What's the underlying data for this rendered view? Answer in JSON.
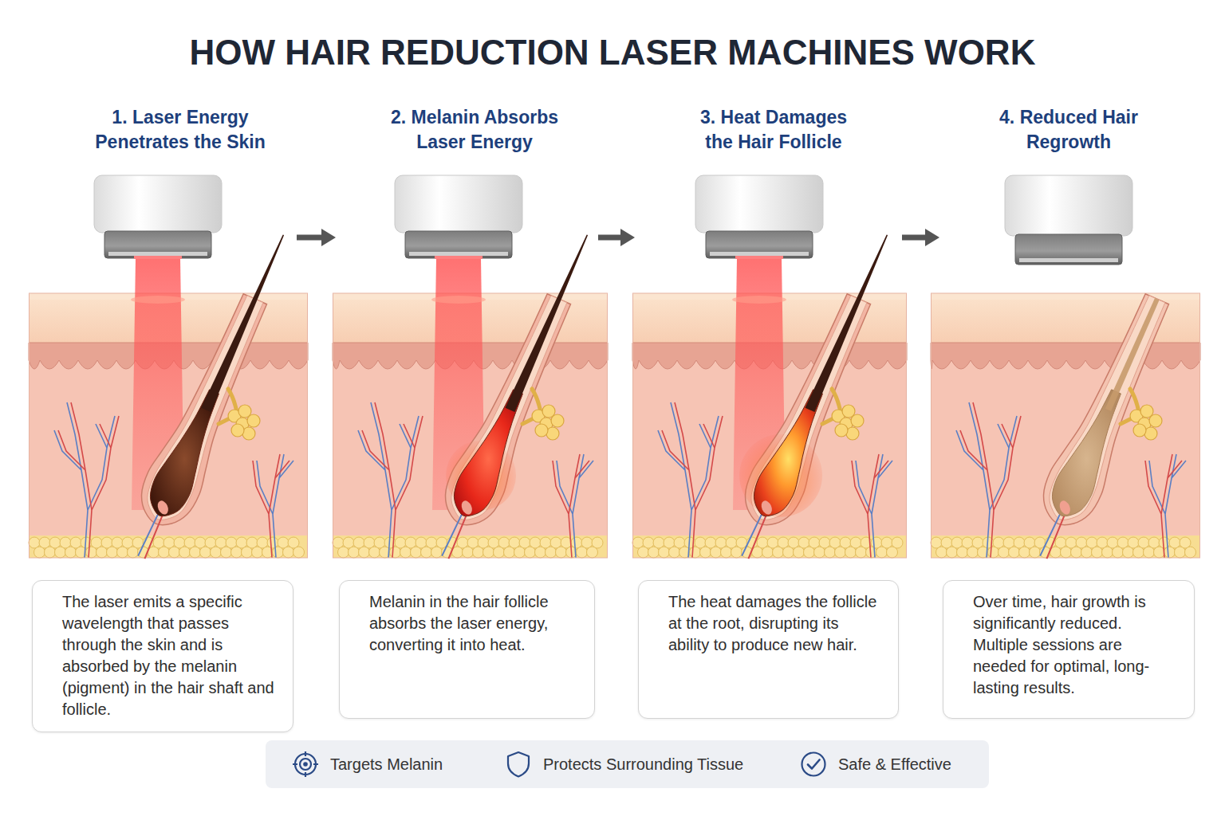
{
  "diagram": {
    "title": "HOW HAIR REDUCTION LASER MACHINES WORK",
    "nodes": [
      {
        "text": [
          "1. Laser Energy Penetrates the Skin",
          "The laser emits a specific wavelength that passes through the skin and is absorbed by the melanin (pigment) in the hair shaft and follicle."
        ]
      },
      {
        "text": [
          "2. Melanin Absorbs Laser Energy",
          "Melanin in the hair follicle absorbs the laser energy, converting it into heat."
        ]
      },
      {
        "text": [
          "3. Heat Damages the Hair Follicle",
          "The heat damages the follicle at the root, disrupting its ability to produce new hair."
        ]
      },
      {
        "text": [
          "4. Reduced Hair Regrowth",
          "Over time, hair growth is significantly reduced. Multiple sessions are needed for optimal, long-lasting results."
        ]
      },
      {
        "text": [
          "Targets Melanin",
          "Protects Surrounding Tissue",
          "Safe & Effective"
        ]
      }
    ],
    "edges": [
      {
        "from": 0,
        "to": 1,
        "arrow": "to"
      },
      {
        "from": 1,
        "to": 2,
        "arrow": "to"
      },
      {
        "from": 2,
        "to": 3,
        "arrow": "to"
      }
    ]
  }
}
